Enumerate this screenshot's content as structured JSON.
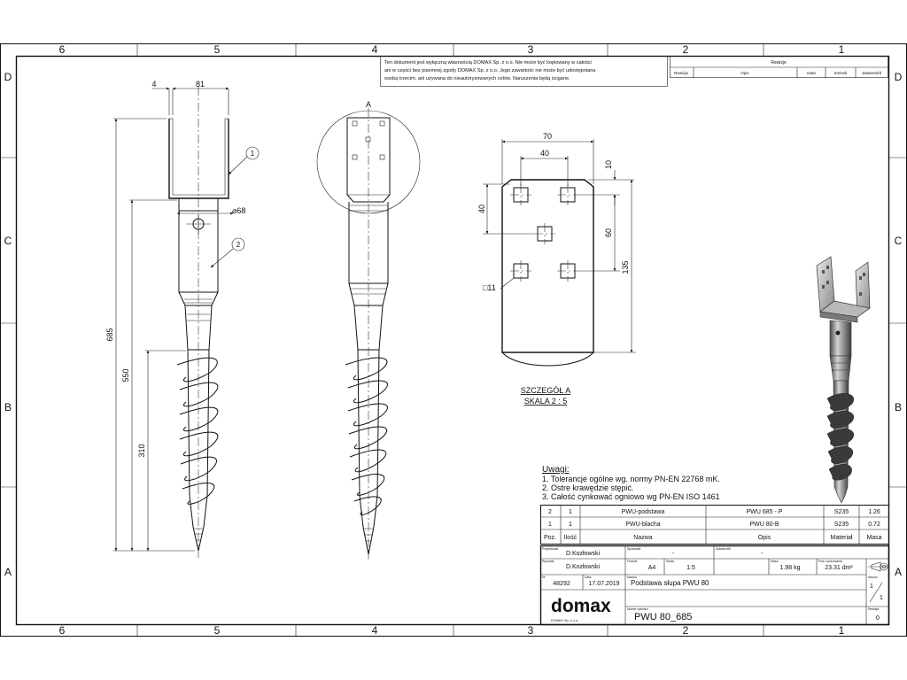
{
  "frame": {
    "columns": [
      "6",
      "5",
      "4",
      "3",
      "2",
      "1"
    ],
    "rows": [
      "D",
      "C",
      "B",
      "A"
    ]
  },
  "notice": {
    "lines": [
      "Ten dokument jest wyłączną własnością DOMAX Sp. z o.o. Nie może być kopiowany w całości",
      "ani w części bez pisemnej zgody DOMAX Sp. z o.o. Jego zawartość nie może być udostępniana",
      "osobą trzecim, ani używana do nieautoryzowanych celów. Naruszenia będą ścigane."
    ]
  },
  "revisions": {
    "title": "Rewizje",
    "headers": [
      "Rewizja",
      "Opis",
      "Data",
      "Zmienił",
      "Zatwierdził"
    ]
  },
  "main_view": {
    "dims": {
      "top_small": "4",
      "top_width": "81",
      "overall_height": "685",
      "mid_height": "550",
      "screw_height": "310",
      "diameter": "⌀68"
    },
    "balloons": [
      "1",
      "2"
    ]
  },
  "side_view": {
    "detail_label": "A"
  },
  "detail": {
    "dims": {
      "width_outer": "70",
      "width_inner": "40",
      "top_offset": "10",
      "left_height": "40",
      "mid_height": "60",
      "total_height": "135",
      "hole_size": "□11"
    },
    "caption_line1": "SZCZEGÓŁ A",
    "caption_line2": "SKALA 2 : 5"
  },
  "notes": {
    "title": "Uwagi:",
    "items": [
      "1.   Tolerancje ogólne wg. normy PN-EN 22768 mK.",
      "2.   Ostre krawędzie stępić.",
      "3.   Całość cynkować ogniowo wg PN-EN ISO 1461"
    ]
  },
  "bom": {
    "rows": [
      [
        "2",
        "1",
        "PWU-podstawa",
        "PWU 685 - P",
        "S235",
        "1.26"
      ],
      [
        "1",
        "1",
        "PWU-blacha",
        "PWU 80-B",
        "S235",
        "0.72"
      ]
    ],
    "header": [
      "Poz.",
      "Ilość",
      "Nazwa",
      "Opis",
      "Materiał",
      "Masa"
    ]
  },
  "title_block": {
    "designer": "D.Kozłowski",
    "checker": "-",
    "approver": "-",
    "drawn_by": "D.Kozłowski",
    "format": "A4",
    "scale": "1:5",
    "mass": "1.98 kg",
    "area": "23.31 dm²",
    "number": "48292",
    "date": "17.07.2019",
    "title": "Podstawa słupa PWU 80",
    "company": "domax",
    "company_sub": "DOMAX Sp. z o.o.",
    "drawing_number": "PWU 80_685",
    "sheet_num": "1",
    "sheet_total": "1",
    "revision": "0",
    "label_designer": "Projektował",
    "label_checker": "Sprawdził",
    "label_approver": "Zatwierdził",
    "label_drawn": "Rysował",
    "label_format": "Format",
    "label_scale": "Skala",
    "label_mass": "Masa",
    "label_area": "Pow. cynkowania",
    "label_number": "Nr",
    "label_date": "Data",
    "label_name": "Nazwa",
    "label_drawing": "Numer rysunku",
    "label_sheet": "Arkusz",
    "label_rev": "Rewizja"
  },
  "colors": {
    "line": "#111111",
    "steel_light": "#d8d8d8",
    "steel_dark": "#5a5a5a"
  }
}
